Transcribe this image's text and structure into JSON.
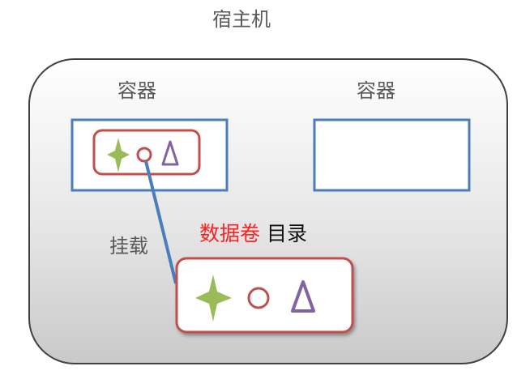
{
  "host": {
    "title": "宿主机"
  },
  "containers": [
    {
      "title": "容器"
    },
    {
      "title": "容器"
    }
  ],
  "mount": {
    "label": "挂载"
  },
  "volume": {
    "label_red": "数据卷",
    "label_black": "目录"
  },
  "colors": {
    "container_border": "#4a7ebb",
    "volume_border": "#c0504d",
    "mount_line": "#4a7ebb",
    "star": "#9bbb59",
    "circle": "#c0504d",
    "triangle": "#8064a2",
    "host_border": "#404040",
    "emphasis_text": "#ff1f1f"
  },
  "icons": [
    "star-icon",
    "circle-icon",
    "triangle-icon"
  ]
}
